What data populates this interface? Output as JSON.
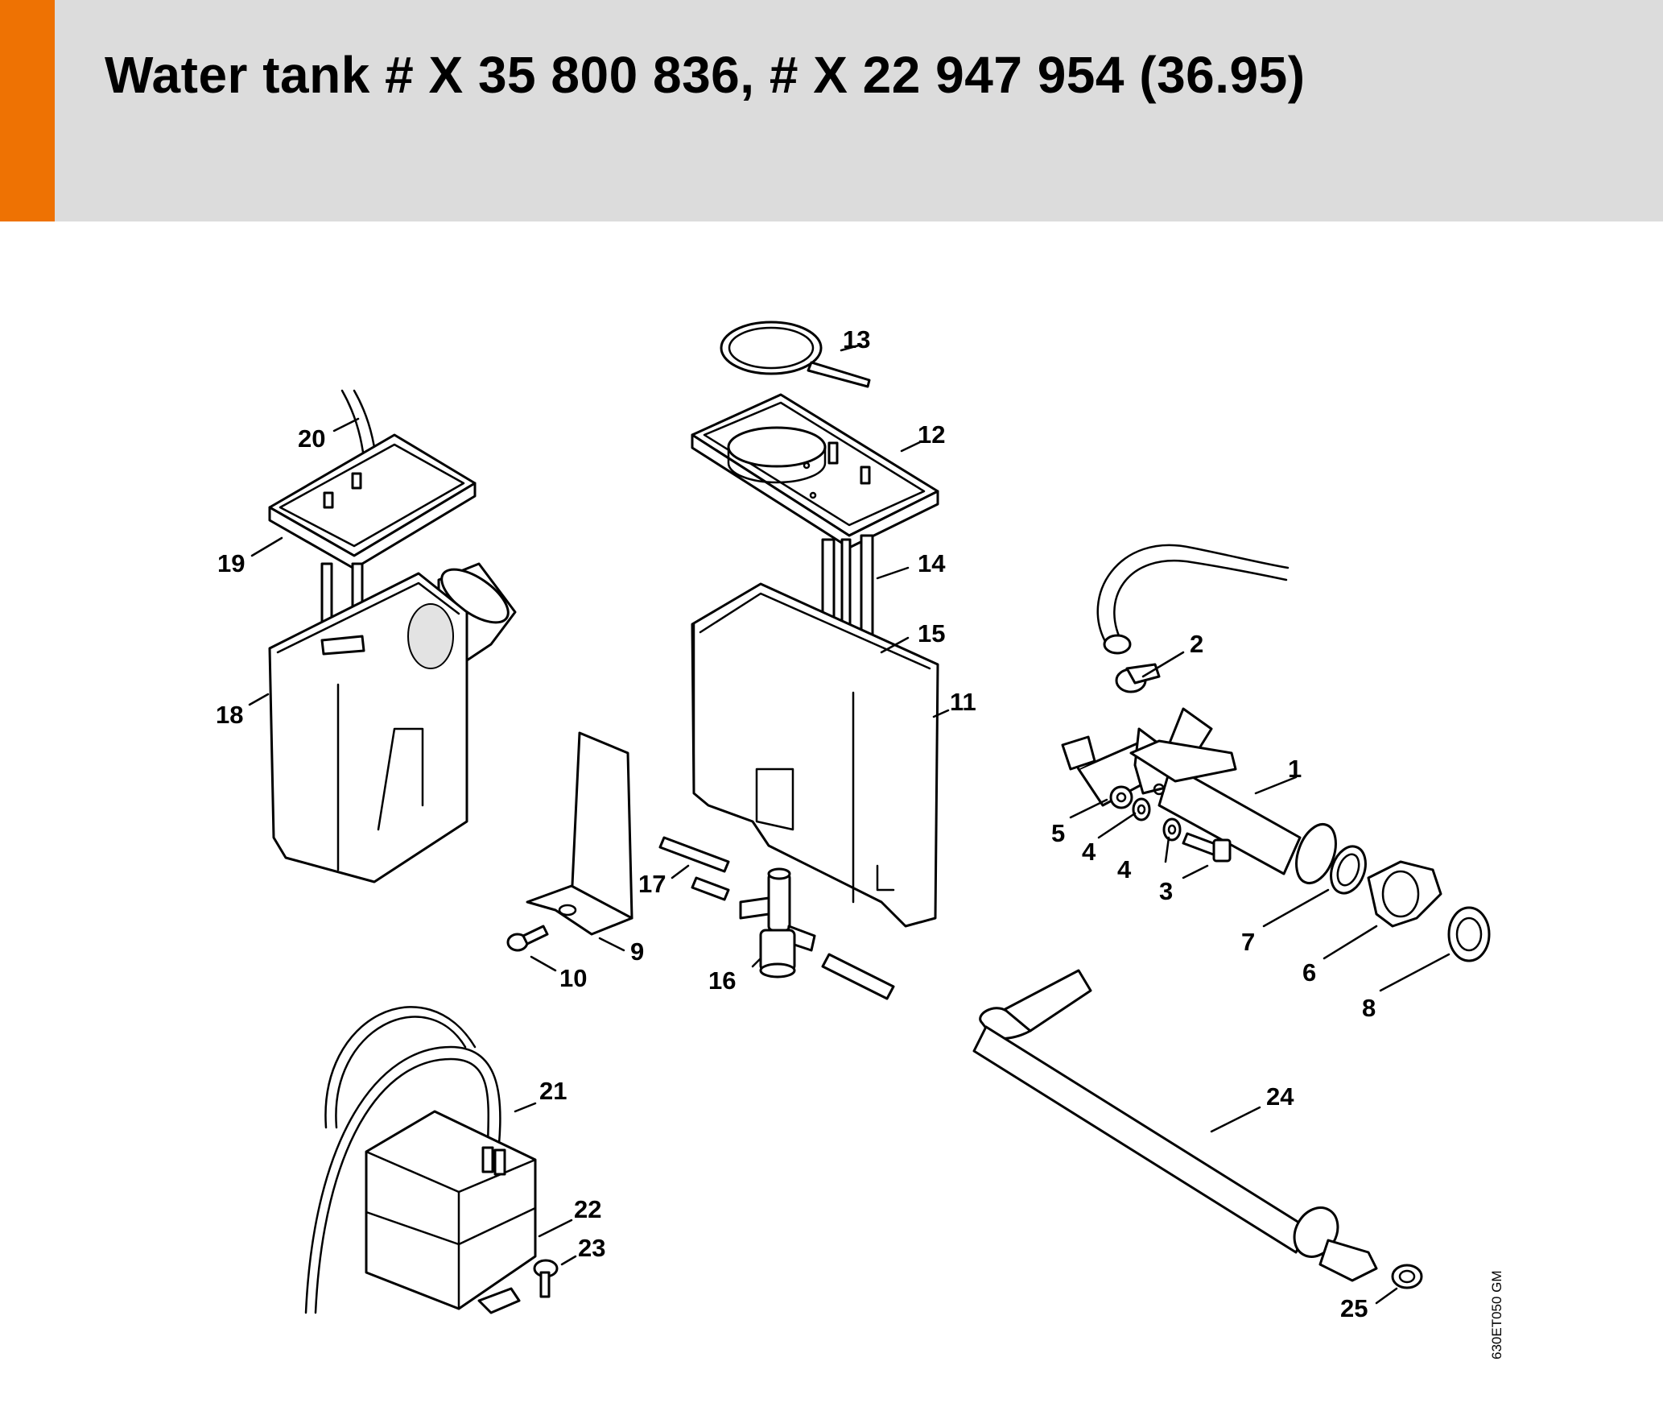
{
  "header": {
    "title": "Water tank # X 35 800 836, # X 22 947 954 (36.95)",
    "accent_color": "#ee7203",
    "background_color": "#dcdcdc"
  },
  "diagram": {
    "drawing_code": "630ET050 GM",
    "callouts": {
      "c1": "1",
      "c2": "2",
      "c3": "3",
      "c4a": "4",
      "c4b": "4",
      "c5": "5",
      "c6": "6",
      "c7": "7",
      "c8": "8",
      "c9": "9",
      "c10": "10",
      "c11": "11",
      "c12": "12",
      "c13": "13",
      "c14": "14",
      "c15": "15",
      "c16": "16",
      "c17": "17",
      "c18": "18",
      "c19": "19",
      "c20": "20",
      "c21": "21",
      "c22": "22",
      "c23": "23",
      "c24": "24",
      "c25": "25"
    }
  }
}
